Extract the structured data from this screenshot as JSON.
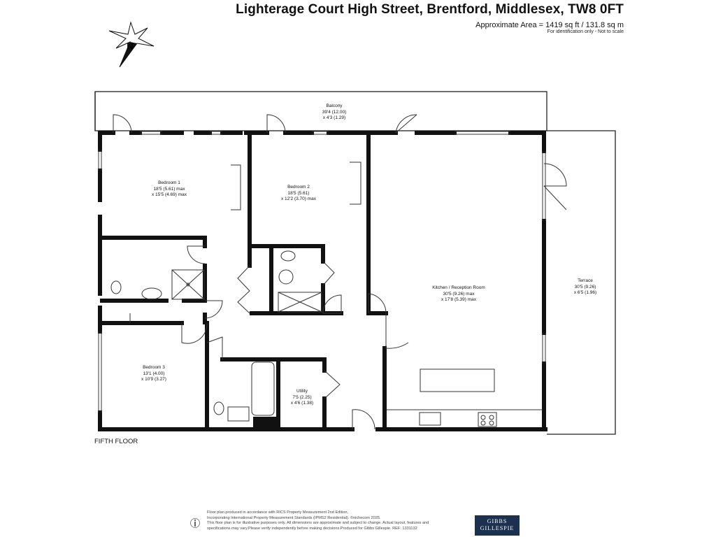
{
  "header": {
    "title": "Lighterage Court High Street, Brentford, Middlesex, TW8 0FT",
    "area": "Approximate Area = 1419 sq ft / 131.8 sq m",
    "note": "For identification only - Not to scale"
  },
  "compass": {
    "label": "N"
  },
  "rooms": {
    "balcony": {
      "name": "Balcony",
      "dim1": "39'4 (12.00)",
      "dim2": "x 4'3 (1.29)"
    },
    "bedroom1": {
      "name": "Bedroom 1",
      "dim1": "18'5 (5.61) max",
      "dim2": "x 15'5 (4.69) max"
    },
    "bedroom2": {
      "name": "Bedroom 2",
      "dim1": "18'5 (5.61)",
      "dim2": "x 12'2 (3.70) max"
    },
    "kitchen": {
      "name": "Kitchen / Reception Room",
      "dim1": "30'5 (9.26) max",
      "dim2": "x 17'8 (5.39) max"
    },
    "terrace": {
      "name": "Terrace",
      "dim1": "30'5 (9.26)",
      "dim2": "x 6'5 (1.96)"
    },
    "bedroom3": {
      "name": "Bedroom 3",
      "dim1": "13'1 (4.00)",
      "dim2": "x 10'9 (3.27)"
    },
    "utility": {
      "name": "Utility",
      "dim1": "7'5 (2.25)",
      "dim2": "x 4'6 (1.38)"
    }
  },
  "floor_label": "FIFTH FLOOR",
  "footer": {
    "line1": "Floor plan produced in accordance with RICS Property Measurement 2nd Edition,",
    "line2": "Incorporating International Property Measurement Standards (IPMS2 Residential). ©nichecom 2025.",
    "line3": "This floor plan is for illustrative purposes only. All dimensions are approximate and subject to change. Actual layout, features and",
    "line4": "specifications may vary.Please verify independently before making decisions.Produced for Gibbs Gillespie.  REF: 1331132"
  },
  "brand": {
    "line1": "GIBBS",
    "line2": "GILLESPIE"
  }
}
